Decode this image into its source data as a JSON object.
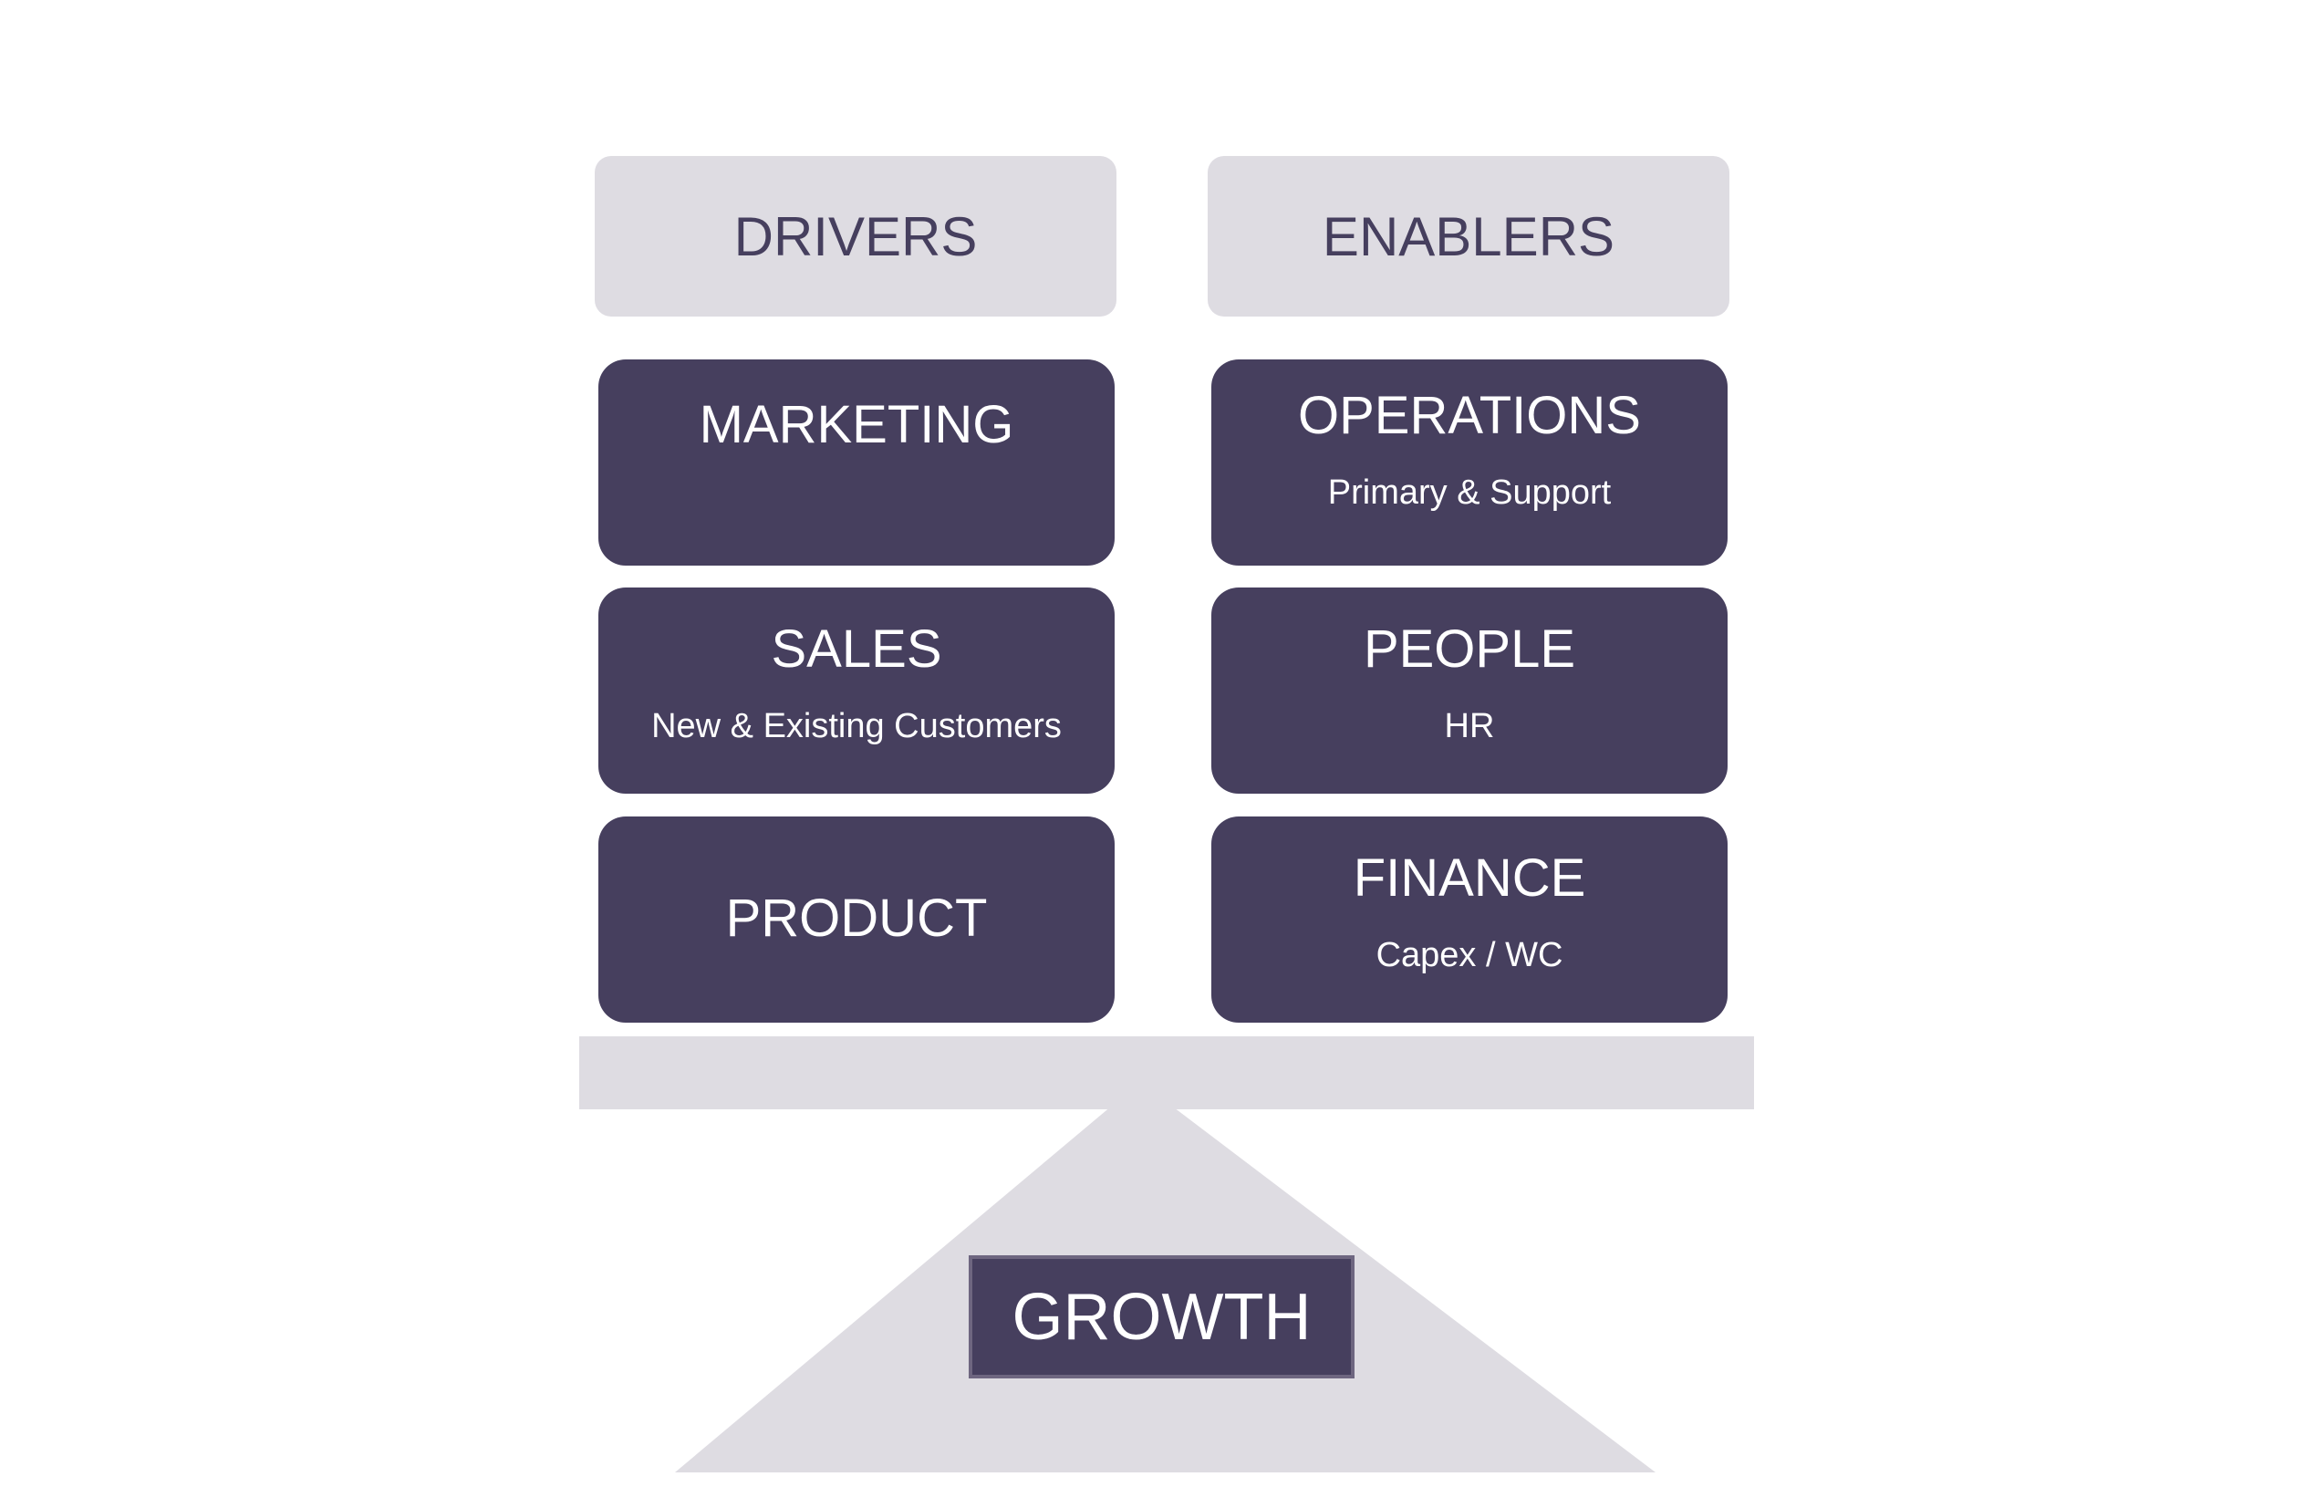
{
  "headers": {
    "drivers": "DRIVERS",
    "enablers": "ENABLERS"
  },
  "drivers": [
    {
      "title": "MARKETING",
      "subtitle": ""
    },
    {
      "title": "SALES",
      "subtitle": "New & Existing Customers"
    },
    {
      "title": "PRODUCT",
      "subtitle": ""
    }
  ],
  "enablers": [
    {
      "title": "OPERATIONS",
      "subtitle": "Primary & Support"
    },
    {
      "title": "PEOPLE",
      "subtitle": "HR"
    },
    {
      "title": "FINANCE",
      "subtitle": "Capex / WC"
    }
  ],
  "fulcrum_label": "GROWTH",
  "colors": {
    "dark": "#463F5E",
    "light": "#DEDCE2"
  }
}
